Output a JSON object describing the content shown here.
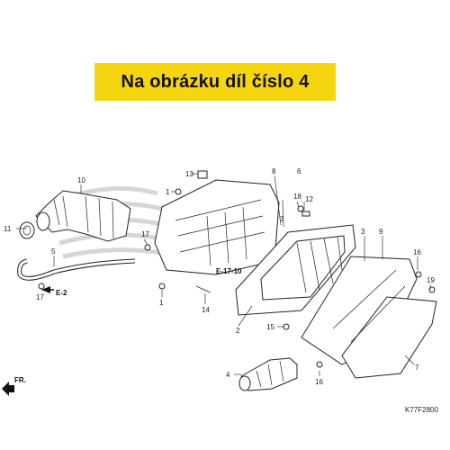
{
  "banner": {
    "text": "Na obrázku díl číslo 4"
  },
  "callouts": {
    "c1a": "1",
    "c1b": "1",
    "c2": "2",
    "c3a": "3",
    "c3b": "3",
    "c4": "4",
    "c5": "5",
    "c6": "6",
    "c7": "7",
    "c8": "8",
    "c9": "9",
    "c10": "10",
    "c11": "11",
    "c12": "12",
    "c13": "13",
    "c14": "14",
    "c15": "15",
    "c16a": "16",
    "c16b": "16",
    "c17a": "17",
    "c17b": "17",
    "c18": "18",
    "c19": "19"
  },
  "references": {
    "e17_10": "E-17-10",
    "e2": "E-2"
  },
  "front_marker": "FR.",
  "diagram_code": "K77F2800"
}
